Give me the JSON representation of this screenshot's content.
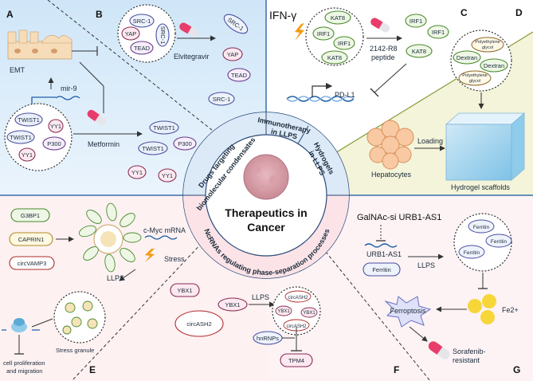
{
  "panels": {
    "a": "A",
    "b": "B",
    "c": "C",
    "d": "D",
    "e": "E",
    "f": "F",
    "g": "G"
  },
  "center": {
    "title_line1": "Therapeutics in",
    "title_line2": "Cancer"
  },
  "ring": {
    "drugs_line1": "Drugs targeting",
    "drugs_line2": "biomolecular condensates",
    "immuno_line1": "Immunotherapy",
    "immuno_line2": "in LLPS",
    "hydrogel_line1": "Hydrogels",
    "hydrogel_line2": "in LLPS",
    "ncrnas": "NcRNAs  regulating phase-separation processes"
  },
  "panel_a": {
    "emt": "EMT",
    "mir9": "mir-9",
    "twist1": "TWIST1",
    "yy1": "YY1",
    "p300": "P300",
    "metformin": "Metformin"
  },
  "panel_b": {
    "src1": "SRC-1",
    "yap": "YAP",
    "tead": "TEAD",
    "elvitegravir": "Elvitegravir"
  },
  "panel_c": {
    "ifn_gamma": "IFN-γ",
    "kat8": "KAT8",
    "irf1": "IRF1",
    "peptide_line1": "2142-R8",
    "peptide_line2": "peptide",
    "pdl1": "PD-L1"
  },
  "panel_d": {
    "dextran": "Dextran",
    "peg_line1": "Polyethylene",
    "peg_line2": "glycol",
    "hepatocytes": "Hepatocytes",
    "loading": "Loading",
    "hydrogel_scaffolds": "Hydrogel scaffolds"
  },
  "panel_e": {
    "g3bp1": "G3BP1",
    "caprin1": "CAPRIN1",
    "circvamp3": "circVAMP3",
    "cmyc_mrna": "c-Myc mRNA",
    "stress": "Stress",
    "llps": "LLPS",
    "stress_granule": "Stress granule",
    "outcome_line1": "cell proliferation",
    "outcome_line2": "and migration"
  },
  "panel_f": {
    "ybx1": "YBX1",
    "circash2": "circASH2",
    "llps": "LLPS",
    "hnrnps": "hnRNPs",
    "tpm4": "TPM4"
  },
  "panel_g": {
    "galnac_si": "GalNAc-si URB1-AS1",
    "urb1_as1": "URB1-AS1",
    "ferritin": "Ferritin",
    "llps": "LLPS",
    "ferroptosis": "Ferroptosis",
    "fe2": "Fe2+",
    "sorafenib_line1": "Sorafenib-",
    "sorafenib_line2": "resistant"
  }
}
